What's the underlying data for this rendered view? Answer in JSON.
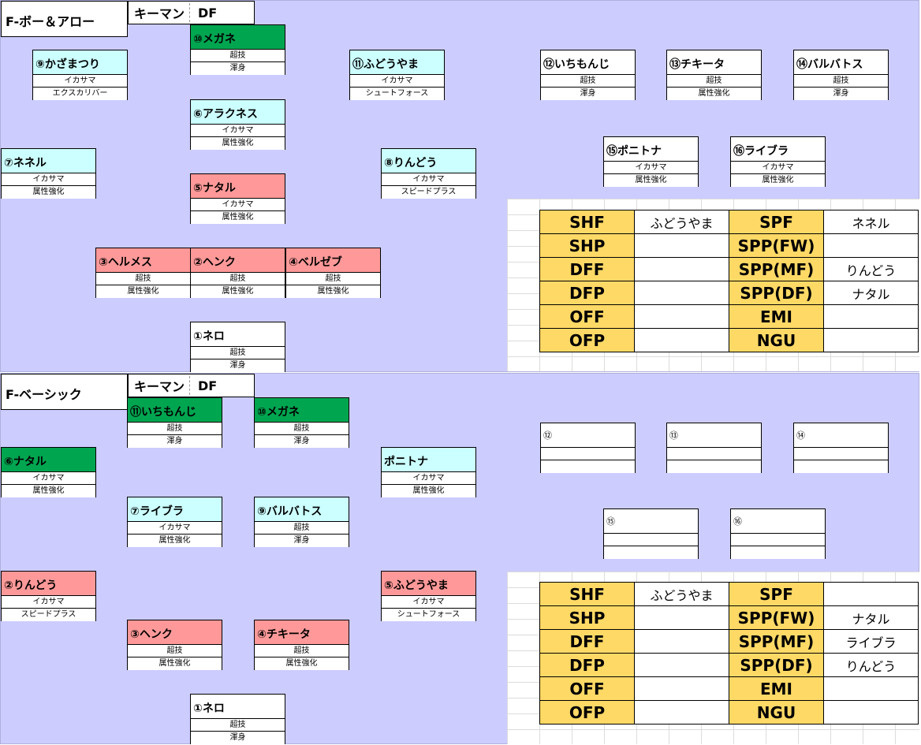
{
  "formations": [
    {
      "title": "F-ボー＆アロー",
      "keyman": {
        "label": "キーマン",
        "value": "DF"
      },
      "players": [
        {
          "name": "⑩メガネ",
          "row1": "超技",
          "row2": "渾身"
        },
        {
          "name": "⑨かざまつり",
          "row1": "イカサマ",
          "row2": "エクスカリバー"
        },
        {
          "name": "⑪ふどうやま",
          "row1": "イカサマ",
          "row2": "シュートフォース"
        },
        {
          "name": "⑫いちもんじ",
          "row1": "超技",
          "row2": "渾身"
        },
        {
          "name": "⑬チキータ",
          "row1": "超技",
          "row2": "属性強化"
        },
        {
          "name": "⑭バルバトス",
          "row1": "超技",
          "row2": "渾身"
        },
        {
          "name": "⑥アラクネス",
          "row1": "イカサマ",
          "row2": "属性強化"
        },
        {
          "name": "⑦ネネル",
          "row1": "イカサマ",
          "row2": "属性強化"
        },
        {
          "name": "⑧りんどう",
          "row1": "イカサマ",
          "row2": "スピードプラス"
        },
        {
          "name": "⑮ポニトナ",
          "row1": "イカサマ",
          "row2": "属性強化"
        },
        {
          "name": "⑯ライブラ",
          "row1": "イカサマ",
          "row2": "属性強化"
        },
        {
          "name": "⑤ナタル",
          "row1": "イカサマ",
          "row2": "属性強化"
        },
        {
          "name": "③ヘルメス",
          "row1": "超技",
          "row2": "属性強化"
        },
        {
          "name": "②ヘンク",
          "row1": "超技",
          "row2": "属性強化"
        },
        {
          "name": "④ベルゼブ",
          "row1": "超技",
          "row2": "属性強化"
        },
        {
          "name": "①ネロ",
          "row1": "超技",
          "row2": "渾身"
        }
      ],
      "stats": [
        {
          "l1": "SHF",
          "v1": "ふどうやま",
          "l2": "SPF",
          "v2": "ネネル"
        },
        {
          "l1": "SHP",
          "v1": "",
          "l2": "SPP(FW)",
          "v2": ""
        },
        {
          "l1": "DFF",
          "v1": "",
          "l2": "SPP(MF)",
          "v2": "りんどう"
        },
        {
          "l1": "DFP",
          "v1": "",
          "l2": "SPP(DF)",
          "v2": "ナタル"
        },
        {
          "l1": "OFF",
          "v1": "",
          "l2": "EMI",
          "v2": ""
        },
        {
          "l1": "OFP",
          "v1": "",
          "l2": "NGU",
          "v2": ""
        }
      ]
    },
    {
      "title": "F-ベーシック",
      "keyman": {
        "label": "キーマン",
        "value": "DF"
      },
      "players": [
        {
          "name": "⑪いちもんじ",
          "row1": "超技",
          "row2": "渾身"
        },
        {
          "name": "⑩メガネ",
          "row1": "超技",
          "row2": "渾身"
        },
        {
          "name": "⑫",
          "row1": "",
          "row2": ""
        },
        {
          "name": "⑬",
          "row1": "",
          "row2": ""
        },
        {
          "name": "⑭",
          "row1": "",
          "row2": ""
        },
        {
          "name": "⑥ナタル",
          "row1": "イカサマ",
          "row2": "属性強化"
        },
        {
          "name": "ポニトナ",
          "row1": "イカサマ",
          "row2": "属性強化"
        },
        {
          "name": "⑦ライブラ",
          "row1": "イカサマ",
          "row2": "属性強化"
        },
        {
          "name": "⑨バルバトス",
          "row1": "超技",
          "row2": "渾身"
        },
        {
          "name": "⑮",
          "row1": "",
          "row2": ""
        },
        {
          "name": "⑯",
          "row1": "",
          "row2": ""
        },
        {
          "name": "②りんどう",
          "row1": "イカサマ",
          "row2": "スピードプラス"
        },
        {
          "name": "⑤ふどうやま",
          "row1": "イカサマ",
          "row2": "シュートフォース"
        },
        {
          "name": "③ヘンク",
          "row1": "超技",
          "row2": "属性強化"
        },
        {
          "name": "④チキータ",
          "row1": "超技",
          "row2": "属性強化"
        },
        {
          "name": "①ネロ",
          "row1": "超技",
          "row2": "渾身"
        }
      ],
      "stats": [
        {
          "l1": "SHF",
          "v1": "ふどうやま",
          "l2": "SPF",
          "v2": ""
        },
        {
          "l1": "SHP",
          "v1": "",
          "l2": "SPP(FW)",
          "v2": "ナタル"
        },
        {
          "l1": "DFF",
          "v1": "",
          "l2": "SPP(MF)",
          "v2": "ライブラ"
        },
        {
          "l1": "DFP",
          "v1": "",
          "l2": "SPP(DF)",
          "v2": "りんどう"
        },
        {
          "l1": "OFF",
          "v1": "",
          "l2": "EMI",
          "v2": ""
        },
        {
          "l1": "OFP",
          "v1": "",
          "l2": "NGU",
          "v2": ""
        }
      ]
    }
  ]
}
